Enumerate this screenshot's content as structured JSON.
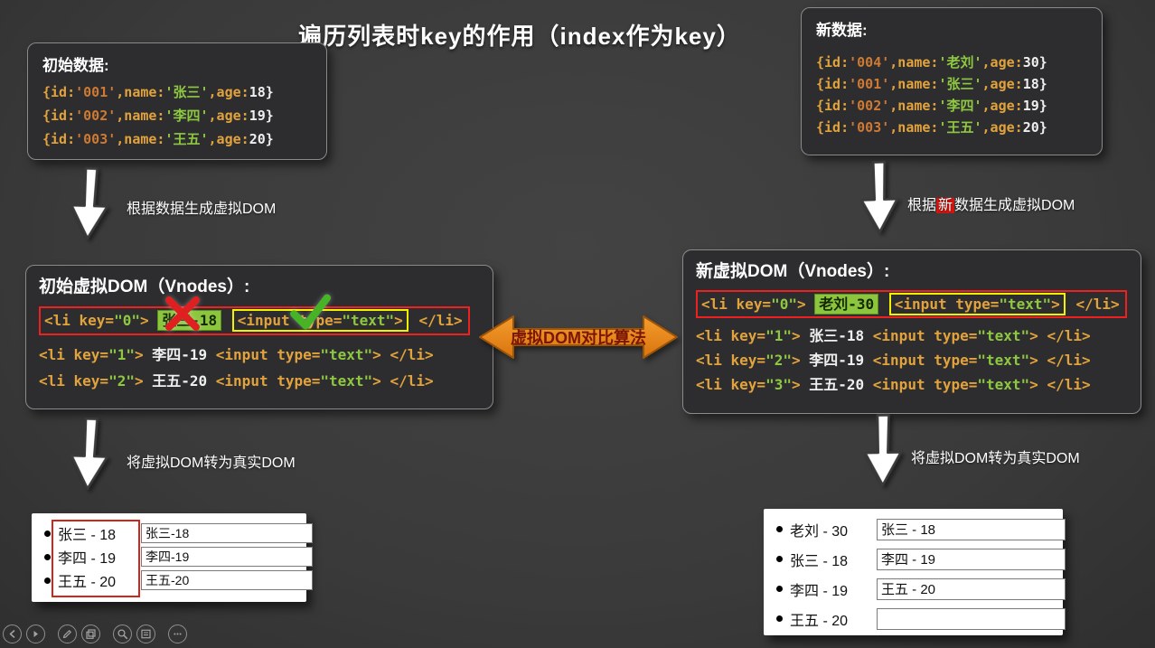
{
  "title": "遍历列表时key的作用（index作为key）",
  "colors": {
    "accent_orange": "#e8861a",
    "highlight_green": "#8cc63e",
    "mark_red": "#e02020",
    "frame_red": "#ef2020",
    "frame_yellow": "#f2f200",
    "new_badge_red": "#d3150f"
  },
  "initial_data": {
    "heading": "初始数据:",
    "lines": [
      {
        "seg": [
          {
            "tk": [
              {
                "t": "{id:",
                "c": "key"
              },
              {
                "t": "'001'",
                "c": "val"
              },
              {
                "t": ",name:",
                "c": "key"
              },
              {
                "t": "'张三'",
                "c": "str"
              },
              {
                "t": ",age:",
                "c": "key"
              },
              {
                "t": "18}",
                "c": "num"
              }
            ]
          }
        ]
      },
      {
        "seg": [
          {
            "tk": [
              {
                "t": "{id:",
                "c": "key"
              },
              {
                "t": "'002'",
                "c": "val"
              },
              {
                "t": ",name:",
                "c": "key"
              },
              {
                "t": "'李四'",
                "c": "str"
              },
              {
                "t": ",age:",
                "c": "key"
              },
              {
                "t": "19}",
                "c": "num"
              }
            ]
          }
        ]
      },
      {
        "seg": [
          {
            "tk": [
              {
                "t": "{id:",
                "c": "key"
              },
              {
                "t": "'003'",
                "c": "val"
              },
              {
                "t": ",name:",
                "c": "key"
              },
              {
                "t": "'王五'",
                "c": "str"
              },
              {
                "t": ",age:",
                "c": "key"
              },
              {
                "t": "20}",
                "c": "num"
              }
            ]
          }
        ]
      }
    ]
  },
  "new_data": {
    "heading": "新数据:",
    "lines": [
      {
        "seg": [
          {
            "tk": [
              {
                "t": "{id:",
                "c": "key"
              },
              {
                "t": "'004'",
                "c": "val"
              },
              {
                "t": ",name:",
                "c": "key"
              },
              {
                "t": "'老刘'",
                "c": "str"
              },
              {
                "t": ",age:",
                "c": "key"
              },
              {
                "t": "30}",
                "c": "num"
              }
            ]
          }
        ]
      },
      {
        "seg": [
          {
            "tk": [
              {
                "t": "{id:",
                "c": "key"
              },
              {
                "t": "'001'",
                "c": "val"
              },
              {
                "t": ",name:",
                "c": "key"
              },
              {
                "t": "'张三'",
                "c": "str"
              },
              {
                "t": ",age:",
                "c": "key"
              },
              {
                "t": "18}",
                "c": "num"
              }
            ]
          }
        ]
      },
      {
        "seg": [
          {
            "tk": [
              {
                "t": "{id:",
                "c": "key"
              },
              {
                "t": "'002'",
                "c": "val"
              },
              {
                "t": ",name:",
                "c": "key"
              },
              {
                "t": "'李四'",
                "c": "str"
              },
              {
                "t": ",age:",
                "c": "key"
              },
              {
                "t": "19}",
                "c": "num"
              }
            ]
          }
        ]
      },
      {
        "seg": [
          {
            "tk": [
              {
                "t": "{id:",
                "c": "key"
              },
              {
                "t": "'003'",
                "c": "val"
              },
              {
                "t": ",name:",
                "c": "key"
              },
              {
                "t": "'王五'",
                "c": "str"
              },
              {
                "t": ",age:",
                "c": "key"
              },
              {
                "t": "20}",
                "c": "num"
              }
            ]
          }
        ]
      }
    ]
  },
  "arrows": {
    "left_top_label": "根据数据生成虚拟DOM",
    "right_top": {
      "prefix": "根据",
      "highlight": "新",
      "suffix": "数据生成虚拟DOM"
    },
    "left_bottom_label": "将虚拟DOM转为真实DOM",
    "right_bottom_label": "将虚拟DOM转为真实DOM",
    "diff_label": "虚拟DOM对比算法"
  },
  "old_vdom": {
    "heading": "初始虚拟DOM（Vnodes）:",
    "lines": [
      {
        "w": "red",
        "seg": [
          {
            "tk": [
              {
                "t": "<li key=",
                "c": "tag"
              },
              {
                "t": "\"0\"",
                "c": "attr"
              },
              {
                "t": "> ",
                "c": "tag"
              }
            ]
          },
          {
            "w": "green",
            "tk": [
              {
                "t": "张三-18",
                "c": "plain"
              }
            ]
          },
          {
            "tk": [
              {
                "t": " ",
                "c": "plain"
              }
            ]
          },
          {
            "w": "yellow",
            "tk": [
              {
                "t": "<input type=",
                "c": "tag"
              },
              {
                "t": "\"text\"",
                "c": "attr"
              },
              {
                "t": ">",
                "c": "tag"
              }
            ]
          },
          {
            "tk": [
              {
                "t": " </li>",
                "c": "tag"
              }
            ]
          }
        ]
      },
      {
        "seg": [
          {
            "tk": [
              {
                "t": "<li key=",
                "c": "tag"
              },
              {
                "t": "\"1\"",
                "c": "attr"
              },
              {
                "t": "> ",
                "c": "tag"
              },
              {
                "t": "李四-19",
                "c": "plain"
              },
              {
                "t": " ",
                "c": "plain"
              },
              {
                "t": "<input type=",
                "c": "tag"
              },
              {
                "t": "\"text\"",
                "c": "attr"
              },
              {
                "t": ">",
                "c": "tag"
              },
              {
                "t": " </li>",
                "c": "tag"
              }
            ]
          }
        ]
      },
      {
        "seg": [
          {
            "tk": [
              {
                "t": "<li key=",
                "c": "tag"
              },
              {
                "t": "\"2\"",
                "c": "attr"
              },
              {
                "t": "> ",
                "c": "tag"
              },
              {
                "t": "王五-20",
                "c": "plain"
              },
              {
                "t": " ",
                "c": "plain"
              },
              {
                "t": "<input type=",
                "c": "tag"
              },
              {
                "t": "\"text\"",
                "c": "attr"
              },
              {
                "t": ">",
                "c": "tag"
              },
              {
                "t": " </li>",
                "c": "tag"
              }
            ]
          }
        ]
      }
    ],
    "marks": {
      "name_mark": "red-x",
      "input_mark": "green-check"
    }
  },
  "new_vdom": {
    "heading": "新虚拟DOM（Vnodes）:",
    "lines": [
      {
        "w": "red",
        "seg": [
          {
            "tk": [
              {
                "t": "<li key=",
                "c": "tag"
              },
              {
                "t": "\"0\"",
                "c": "attr"
              },
              {
                "t": "> ",
                "c": "tag"
              }
            ]
          },
          {
            "w": "green",
            "tk": [
              {
                "t": "老刘-30",
                "c": "plain"
              }
            ]
          },
          {
            "tk": [
              {
                "t": " ",
                "c": "plain"
              }
            ]
          },
          {
            "w": "yellow",
            "tk": [
              {
                "t": "<input type=",
                "c": "tag"
              },
              {
                "t": "\"text\"",
                "c": "attr"
              },
              {
                "t": ">",
                "c": "tag"
              }
            ]
          },
          {
            "tk": [
              {
                "t": " </li>",
                "c": "tag"
              }
            ]
          }
        ]
      },
      {
        "seg": [
          {
            "tk": [
              {
                "t": "<li key=",
                "c": "tag"
              },
              {
                "t": "\"1\"",
                "c": "attr"
              },
              {
                "t": "> ",
                "c": "tag"
              },
              {
                "t": "张三-18",
                "c": "plain"
              },
              {
                "t": " ",
                "c": "plain"
              },
              {
                "t": "<input type=",
                "c": "tag"
              },
              {
                "t": "\"text\"",
                "c": "attr"
              },
              {
                "t": ">",
                "c": "tag"
              },
              {
                "t": " </li>",
                "c": "tag"
              }
            ]
          }
        ]
      },
      {
        "seg": [
          {
            "tk": [
              {
                "t": "<li key=",
                "c": "tag"
              },
              {
                "t": "\"2\"",
                "c": "attr"
              },
              {
                "t": "> ",
                "c": "tag"
              },
              {
                "t": "李四-19",
                "c": "plain"
              },
              {
                "t": " ",
                "c": "plain"
              },
              {
                "t": "<input type=",
                "c": "tag"
              },
              {
                "t": "\"text\"",
                "c": "attr"
              },
              {
                "t": ">",
                "c": "tag"
              },
              {
                "t": " </li>",
                "c": "tag"
              }
            ]
          }
        ]
      },
      {
        "seg": [
          {
            "tk": [
              {
                "t": "<li key=",
                "c": "tag"
              },
              {
                "t": "\"3\"",
                "c": "attr"
              },
              {
                "t": "> ",
                "c": "tag"
              },
              {
                "t": "王五-20",
                "c": "plain"
              },
              {
                "t": " ",
                "c": "plain"
              },
              {
                "t": "<input type=",
                "c": "tag"
              },
              {
                "t": "\"text\"",
                "c": "attr"
              },
              {
                "t": ">",
                "c": "tag"
              },
              {
                "t": " </li>",
                "c": "tag"
              }
            ]
          }
        ]
      }
    ]
  },
  "real_dom_left": {
    "items": [
      {
        "label": "张三 - 18",
        "value": "张三-18"
      },
      {
        "label": "李四 - 19",
        "value": "李四-19"
      },
      {
        "label": "王五 - 20",
        "value": "王五-20"
      }
    ]
  },
  "real_dom_right": {
    "items": [
      {
        "label": "老刘 - 30",
        "value": "张三 - 18"
      },
      {
        "label": "张三 - 18",
        "value": "李四 - 19"
      },
      {
        "label": "李四 - 19",
        "value": "王五 - 20"
      },
      {
        "label": "王五 - 20",
        "value": ""
      }
    ]
  },
  "player_controls": [
    "previous",
    "play",
    "edit",
    "slides",
    "zoom",
    "notes",
    "more"
  ]
}
